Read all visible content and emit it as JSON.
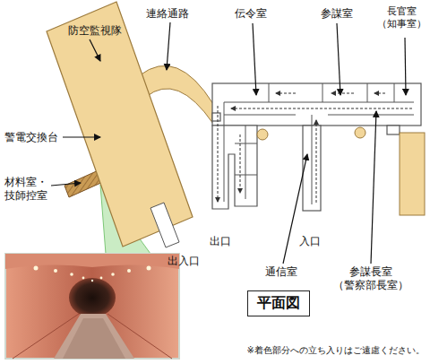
{
  "diagram": {
    "nodes": [
      {
        "text": [
          "防空監視隊"
        ]
      },
      {
        "text": [
          "平面図"
        ]
      }
    ],
    "labels": [
      "連絡通路",
      "伝令室",
      "参謀室",
      "長官室 （知事室）",
      "警電交換台",
      "材料室・ 技師控室",
      "出入口",
      "出口",
      "入口",
      "通信室",
      "参謀長室 （警察部長室）",
      "※着色部分への立ち入りはご遠慮ください。"
    ]
  }
}
